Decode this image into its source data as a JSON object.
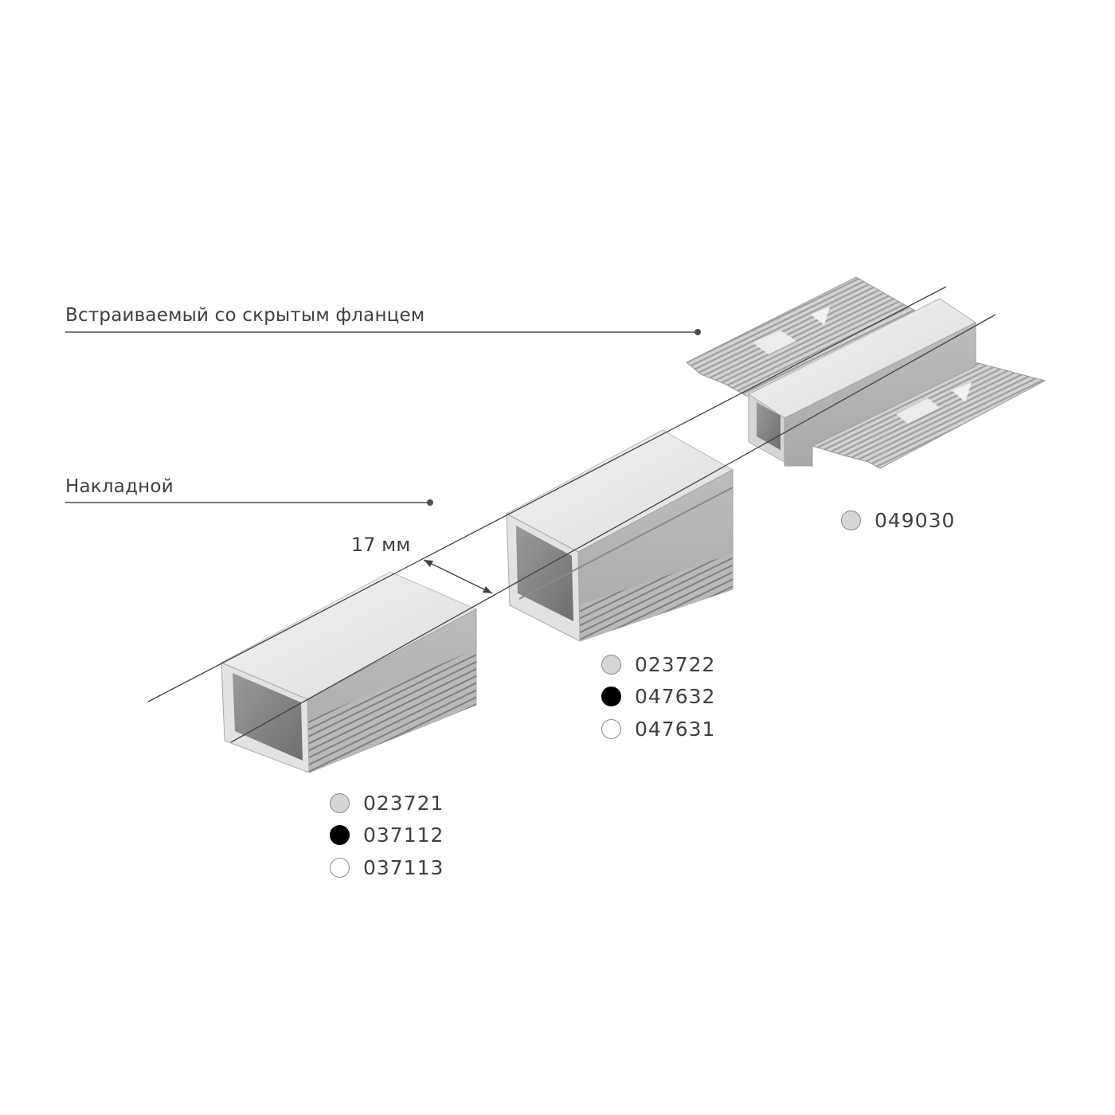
{
  "labels": {
    "recessed": "Встраиваемый со скрытым фланцем",
    "surface": "Накладной"
  },
  "dimension": {
    "text": "17 мм"
  },
  "colors": {
    "silver": "#d6d6d6",
    "black": "#000000",
    "white": "#ffffff",
    "leader_line": "#4a4d52",
    "text": "#3c3f44"
  },
  "products": {
    "recessed_flange": {
      "swatches": [
        {
          "color": "silver",
          "code": "049030"
        }
      ]
    },
    "surface_tall": {
      "swatches": [
        {
          "color": "silver",
          "code": "023722"
        },
        {
          "color": "black",
          "code": "047632"
        },
        {
          "color": "white",
          "code": "047631"
        }
      ]
    },
    "surface_low": {
      "swatches": [
        {
          "color": "silver",
          "code": "023721"
        },
        {
          "color": "black",
          "code": "037112"
        },
        {
          "color": "white",
          "code": "037113"
        }
      ]
    }
  }
}
